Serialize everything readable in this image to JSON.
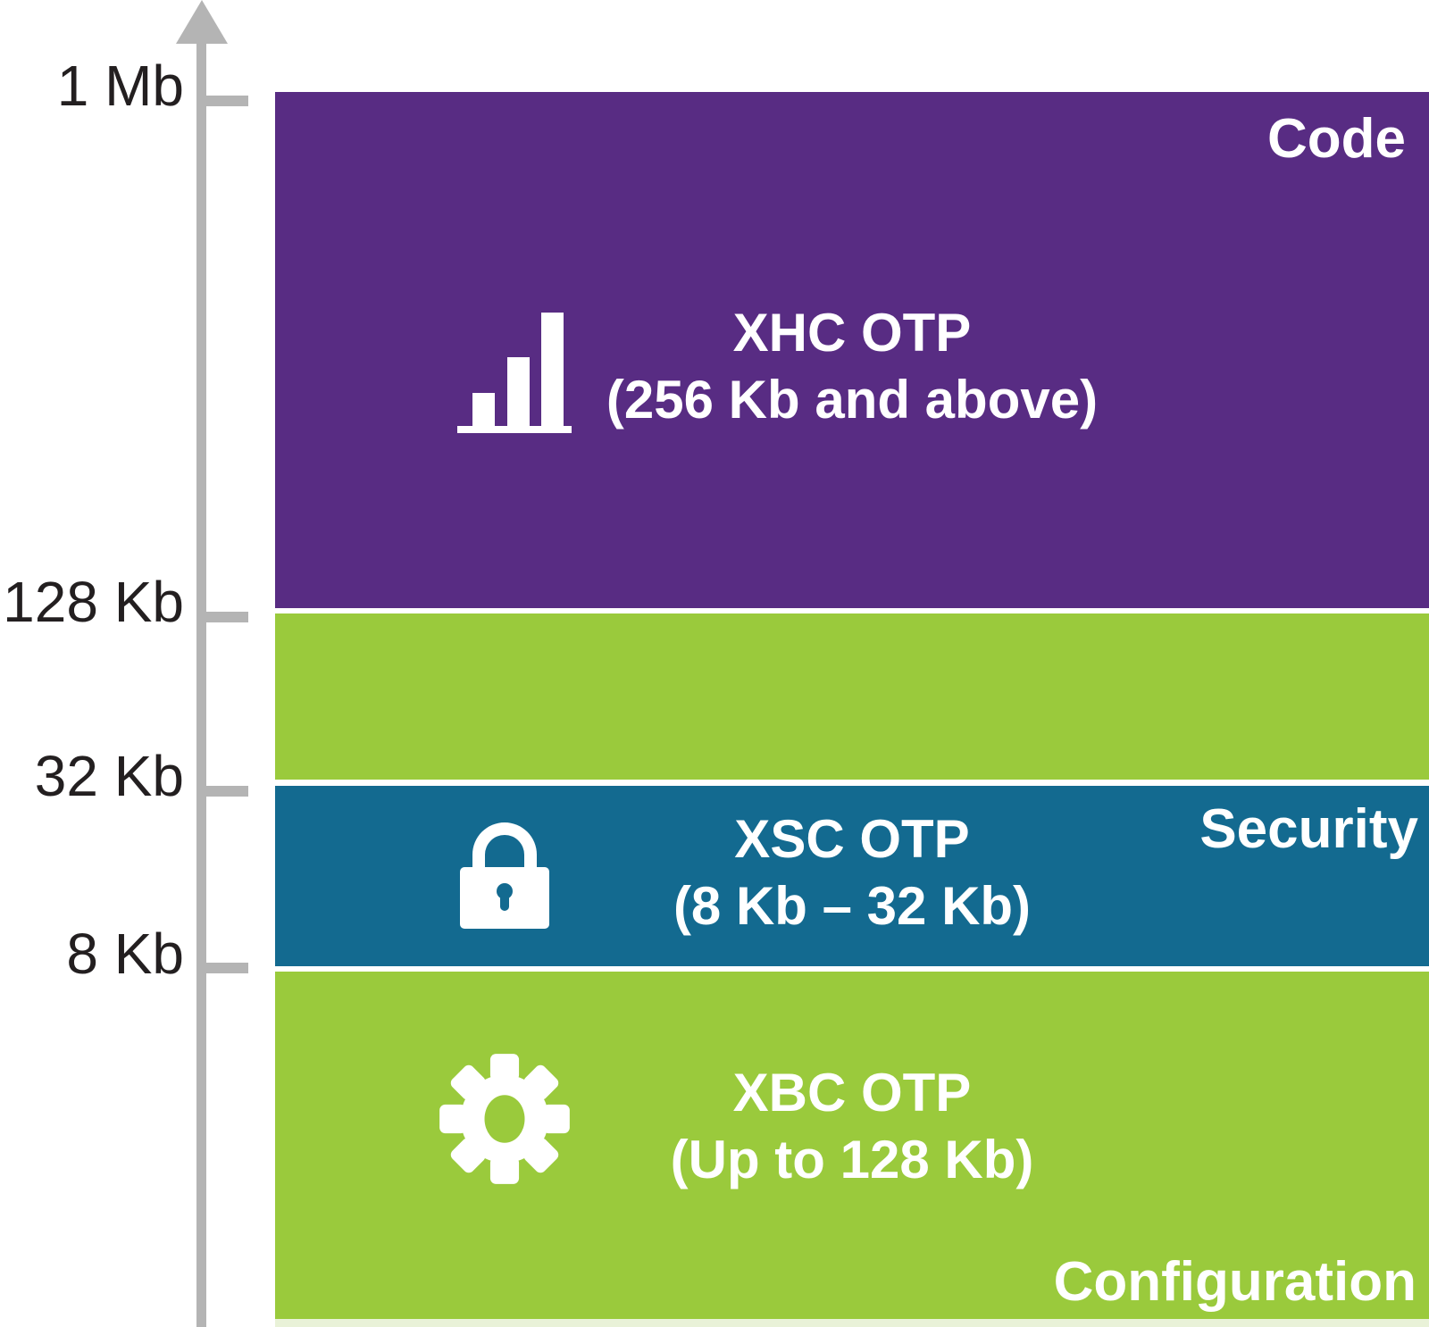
{
  "axis": {
    "tick_labels": [
      "1 Mb",
      "128 Kb",
      "32 Kb",
      "8 Kb"
    ]
  },
  "segments": {
    "code": {
      "category": "Code",
      "title": "XHC OTP",
      "subtitle": "(256 Kb and above)",
      "icon": "bar-chart-icon",
      "color": "#582c83",
      "span": "128 Kb to 1 Mb"
    },
    "upper_green": {
      "color": "#9aca3c",
      "span": "32 Kb to 128 Kb"
    },
    "security": {
      "category": "Security",
      "title": "XSC OTP",
      "subtitle": "(8 Kb – 32 Kb)",
      "icon": "lock-icon",
      "color": "#136a90",
      "span": "8 Kb to 32 Kb"
    },
    "configuration": {
      "category": "Configuration",
      "title": "XBC OTP",
      "subtitle": "(Up to 128 Kb)",
      "icon": "gear-icon",
      "color": "#9aca3c",
      "span": "below 8 Kb (band continues above Security up to 128 Kb)"
    }
  },
  "colors": {
    "purple": "#582c83",
    "green": "#9aca3c",
    "blue": "#136a90",
    "axis_gray": "#b4b4b4",
    "axis_text": "#231f20",
    "label_white": "#ffffff",
    "pale_strip": "#e9f2d8"
  }
}
